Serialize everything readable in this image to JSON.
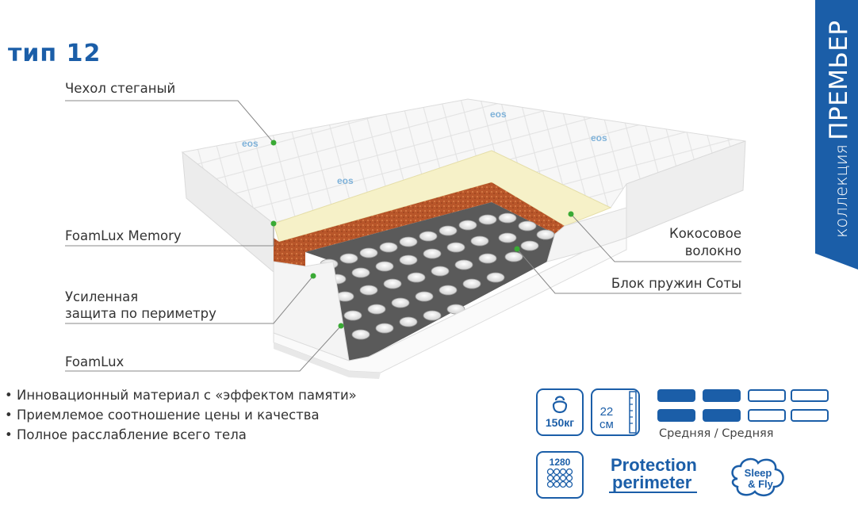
{
  "title": "тип 12",
  "collection": {
    "small": "коллекция",
    "big": "ПРЕМЬЕР"
  },
  "labels": {
    "cover": "Чехол стеганый",
    "foamlux_memory": "FoamLux Memory",
    "perimeter_line1": "Усиленная",
    "perimeter_line2": "защита по периметру",
    "foamlux": "FoamLux",
    "coconut_line1": "Кокосовое",
    "coconut_line2": "волокно",
    "spring_block": "Блок пружин Соты"
  },
  "brand_logo": "eos",
  "features": [
    "Инновационный материал с «эффектом памяти»",
    "Приемлемое соотношение цены и качества",
    "Полное расслабление всего тела"
  ],
  "specs": {
    "weight": "150кг",
    "height_value": "22",
    "height_unit": "см",
    "firmness_label": "Средняя / Средняя",
    "firmness_side_a": 2,
    "firmness_side_b": 2,
    "firmness_max": 4,
    "springs_count": "1280",
    "protection_line1": "Protection",
    "protection_line2": "perimeter",
    "sleep_line1": "Sleep",
    "sleep_line2": "& Fly"
  },
  "colors": {
    "brand_blue": "#1b5ea8",
    "leader_green": "#3aaa35",
    "coconut": "#b8562a",
    "memory_foam": "#f6f1c8"
  }
}
